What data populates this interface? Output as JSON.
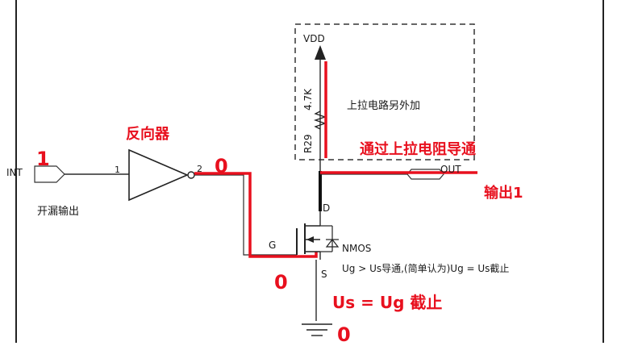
{
  "labels": {
    "int": "INT",
    "pin1": "1",
    "pin2": "2",
    "open_drain_out": "开漏输出",
    "vdd": "VDD",
    "r_value": "4.7K",
    "r_name": "R29",
    "pullup_extra": "上拉电路另外加",
    "out": "OUT",
    "d": "D",
    "g": "G",
    "s": "S",
    "nmos": "NMOS",
    "condition_note": "Ug > Us导通,(简单认为)Ug = Us截止"
  },
  "annotations": {
    "inverter": "反向器",
    "input_value": "1",
    "inverter_out_value": "0",
    "gate_value": "0",
    "ground_value": "0",
    "via_pullup": "通过上拉电阻导通",
    "output_one": "输出1",
    "cutoff": "Us = Ug 截止"
  },
  "colors": {
    "wire": "#2b2b2b",
    "annotation": "#e8101e",
    "frame": "#333333"
  }
}
